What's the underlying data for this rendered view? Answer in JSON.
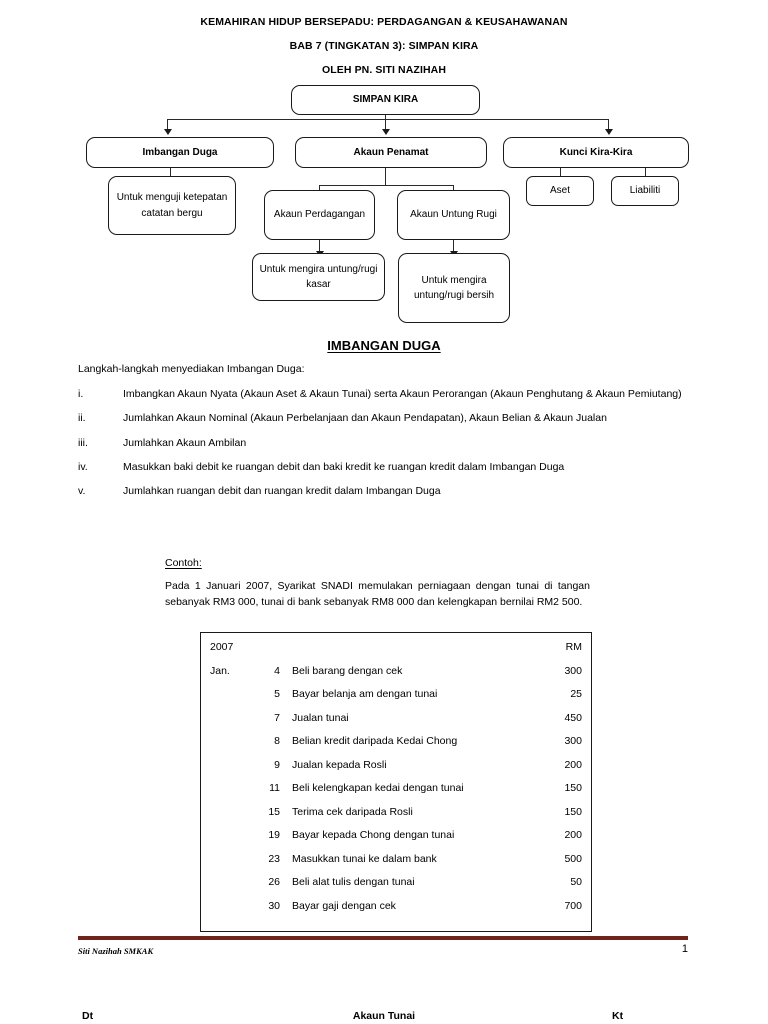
{
  "header": {
    "line1": "KEMAHIRAN HIDUP BERSEPADU: PERDAGANGAN & KEUSAHAWANAN",
    "line2": "BAB 7 (TINGKATAN 3): SIMPAN KIRA",
    "line3": "OLEH PN. SITI NAZIHAH"
  },
  "flowchart": {
    "root": "SIMPAN KIRA",
    "level2": [
      {
        "label": "Imbangan Duga"
      },
      {
        "label": "Akaun Penamat"
      },
      {
        "label": "Kunci Kira-Kira"
      }
    ],
    "imbangan_child": "Untuk menguji ketepatan catatan bergu",
    "penamat_children": [
      {
        "label": "Akaun Perdagangan",
        "child": "Untuk mengira untung/rugi kasar"
      },
      {
        "label": "Akaun Untung Rugi",
        "child": "Untuk mengira untung/rugi bersih"
      }
    ],
    "kunci_children": [
      {
        "label": "Aset"
      },
      {
        "label": "Liabiliti"
      }
    ]
  },
  "section": {
    "heading": "IMBANGAN DUGA",
    "intro": "Langkah-langkah menyediakan Imbangan Duga:",
    "steps": [
      {
        "num": "i.",
        "text": "Imbangkan Akaun Nyata (Akaun Aset & Akaun Tunai) serta Akaun Perorangan (Akaun Penghutang & Akaun Pemiutang)"
      },
      {
        "num": "ii.",
        "text": "Jumlahkan Akaun Nominal (Akaun Perbelanjaan dan Akaun Pendapatan), Akaun Belian & Akaun Jualan"
      },
      {
        "num": "iii.",
        "text": "Jumlahkan Akaun Ambilan"
      },
      {
        "num": "iv.",
        "text": "Masukkan baki debit ke ruangan debit dan baki kredit ke ruangan kredit dalam Imbangan Duga"
      },
      {
        "num": "v.",
        "text": "Jumlahkan ruangan debit dan ruangan kredit dalam Imbangan Duga"
      }
    ]
  },
  "example": {
    "label": "Contoh:",
    "text": "Pada 1 Januari 2007, Syarikat SNADI memulakan perniagaan dengan tunai di tangan sebanyak RM3 000, tunai di bank sebanyak RM8 000 dan kelengkapan bernilai RM2 500."
  },
  "transactions": {
    "year": "2007",
    "currency_header": "RM",
    "month": "Jan.",
    "rows": [
      {
        "day": "4",
        "desc": "Beli barang dengan cek",
        "amount": "300"
      },
      {
        "day": "5",
        "desc": "Bayar belanja am dengan tunai",
        "amount": "25"
      },
      {
        "day": "7",
        "desc": "Jualan tunai",
        "amount": "450"
      },
      {
        "day": "8",
        "desc": "Belian kredit daripada Kedai Chong",
        "amount": "300"
      },
      {
        "day": "9",
        "desc": "Jualan kepada Rosli",
        "amount": "200"
      },
      {
        "day": "11",
        "desc": "Beli kelengkapan kedai dengan tunai",
        "amount": "150"
      },
      {
        "day": "15",
        "desc": "Terima cek daripada Rosli",
        "amount": "150"
      },
      {
        "day": "19",
        "desc": "Bayar kepada Chong dengan tunai",
        "amount": "200"
      },
      {
        "day": "23",
        "desc": "Masukkan tunai ke dalam bank",
        "amount": "500"
      },
      {
        "day": "26",
        "desc": "Beli alat tulis dengan tunai",
        "amount": "50"
      },
      {
        "day": "30",
        "desc": "Bayar gaji dengan cek",
        "amount": "700"
      }
    ]
  },
  "footer": {
    "author": "Siti Nazihah SMKAK",
    "page_number": "1",
    "rule_color": "#6E2418"
  },
  "ledger": {
    "debit_label": "Dt",
    "title": "Akaun Tunai",
    "credit_label": "Kt"
  }
}
